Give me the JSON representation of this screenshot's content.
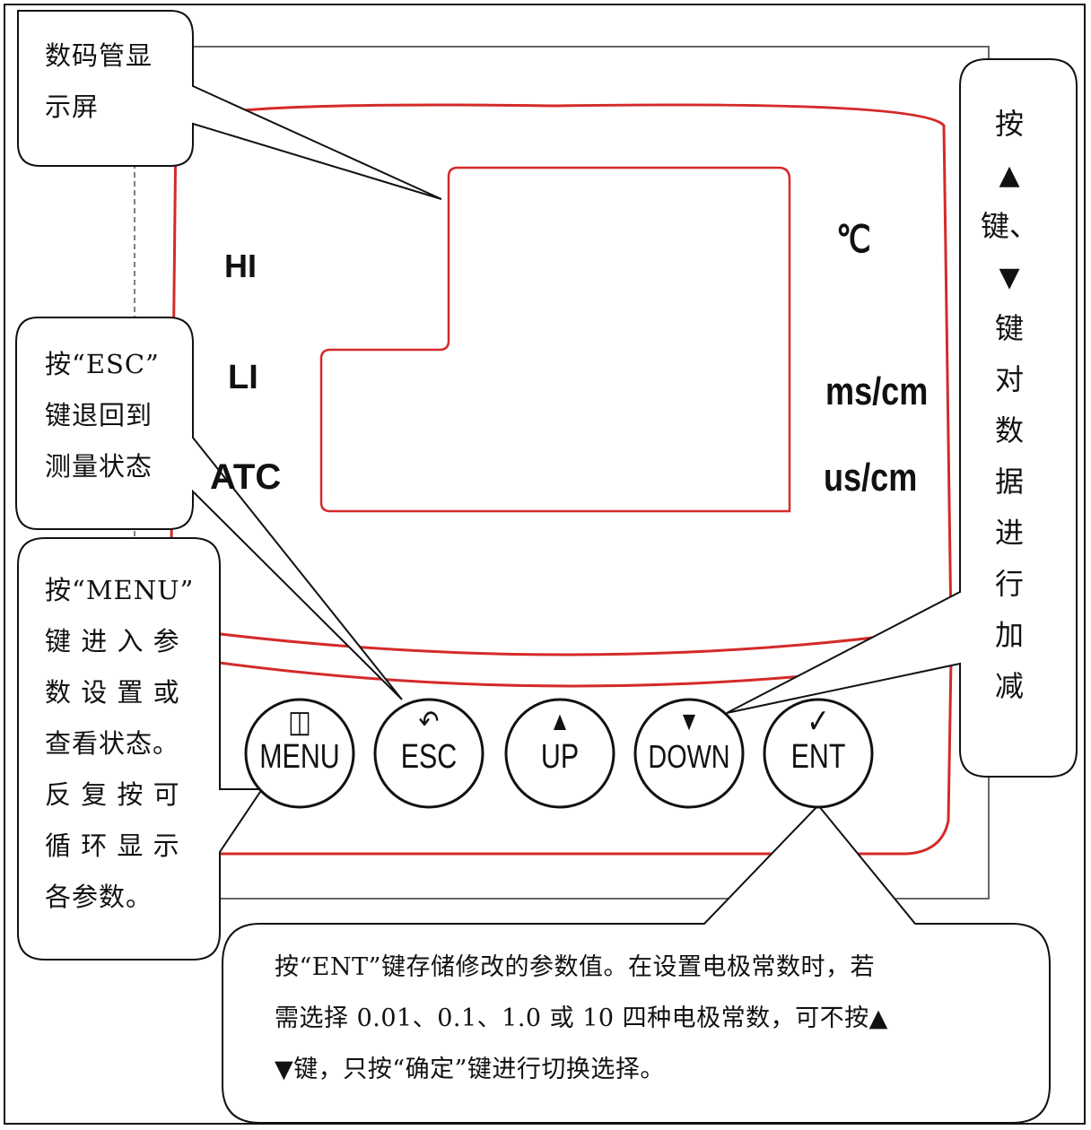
{
  "panel": {
    "indicators": [
      "HI",
      "LI",
      "ATC"
    ],
    "units": [
      "℃",
      "ms/cm",
      "us/cm"
    ]
  },
  "buttons": [
    {
      "label": "MENU",
      "icon": "book-icon",
      "glyph": "◫"
    },
    {
      "label": "ESC",
      "icon": "return-icon",
      "glyph": "↶"
    },
    {
      "label": "UP",
      "icon": "up-triangle-icon",
      "glyph": "▲"
    },
    {
      "label": "DOWN",
      "icon": "down-triangle-icon",
      "glyph": "▼"
    },
    {
      "label": "ENT",
      "icon": "check-icon",
      "glyph": "✓"
    }
  ],
  "callouts": {
    "display": [
      "数码管显",
      "示屏"
    ],
    "esc": [
      "按“ESC”",
      "键退回到",
      "测量状态"
    ],
    "menu": [
      "按“MENU”",
      "键 进 入 参",
      "数 设 置 或",
      "查看状态。",
      "反 复 按 可",
      "循 环 显 示",
      "各参数。"
    ],
    "updown": [
      "按",
      "▲",
      "键、",
      "▼",
      "键",
      "对",
      "数",
      "据",
      "进",
      "行",
      "加",
      "减"
    ],
    "ent": [
      "按“ENT”键存储修改的参数值。在设置电极常数时，若",
      "需选择 0.01、0.1、1.0 或 10 四种电极常数，可不按▲",
      "▼键，只按“确定”键进行切换选择。"
    ]
  },
  "colors": {
    "outline": "#d42a2a",
    "ink": "#111111",
    "frame": "#555555"
  }
}
